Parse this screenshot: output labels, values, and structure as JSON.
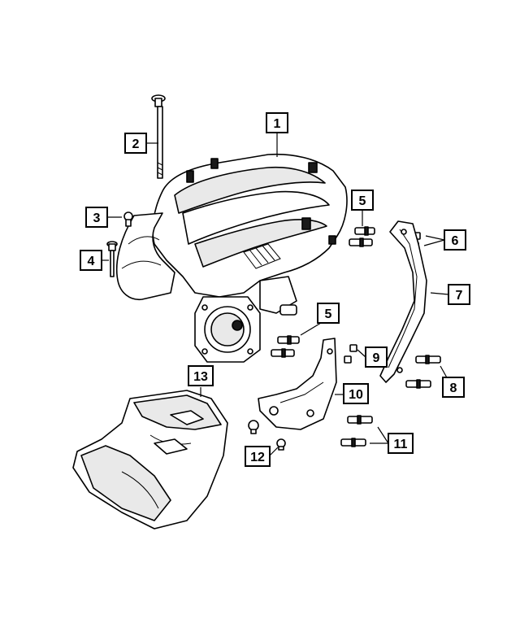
{
  "callouts": [
    {
      "id": "c1",
      "label": "1"
    },
    {
      "id": "c2",
      "label": "2"
    },
    {
      "id": "c3",
      "label": "3"
    },
    {
      "id": "c4",
      "label": "4"
    },
    {
      "id": "c5a",
      "label": "5"
    },
    {
      "id": "c5b",
      "label": "5"
    },
    {
      "id": "c6",
      "label": "6"
    },
    {
      "id": "c7",
      "label": "7"
    },
    {
      "id": "c8",
      "label": "8"
    },
    {
      "id": "c9",
      "label": "9"
    },
    {
      "id": "c10",
      "label": "10"
    },
    {
      "id": "c11",
      "label": "11"
    },
    {
      "id": "c12",
      "label": "12"
    },
    {
      "id": "c13",
      "label": "13"
    }
  ]
}
